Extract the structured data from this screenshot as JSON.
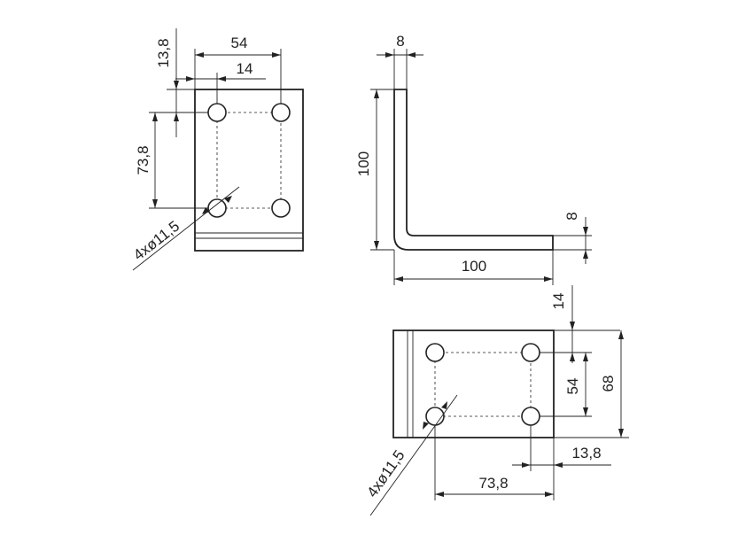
{
  "colors": {
    "line": "#222222",
    "background": "#ffffff"
  },
  "views": {
    "top_left": {
      "dim_width": "54",
      "dim_hole_offset_x": "14",
      "dim_hole_offset_y": "13,8",
      "dim_hole_spacing": "73,8",
      "hole_callout": "4xø11,5"
    },
    "side": {
      "dim_thickness_vertical": "8",
      "dim_height": "100",
      "dim_thickness_horizontal": "8",
      "dim_length": "100"
    },
    "bottom_right": {
      "dim_hole_offset_y": "14",
      "dim_hole_spacing_y": "54",
      "dim_height": "68",
      "dim_hole_offset_x": "13,8",
      "dim_hole_spacing_x": "73,8",
      "hole_callout": "4xø11,5"
    }
  }
}
